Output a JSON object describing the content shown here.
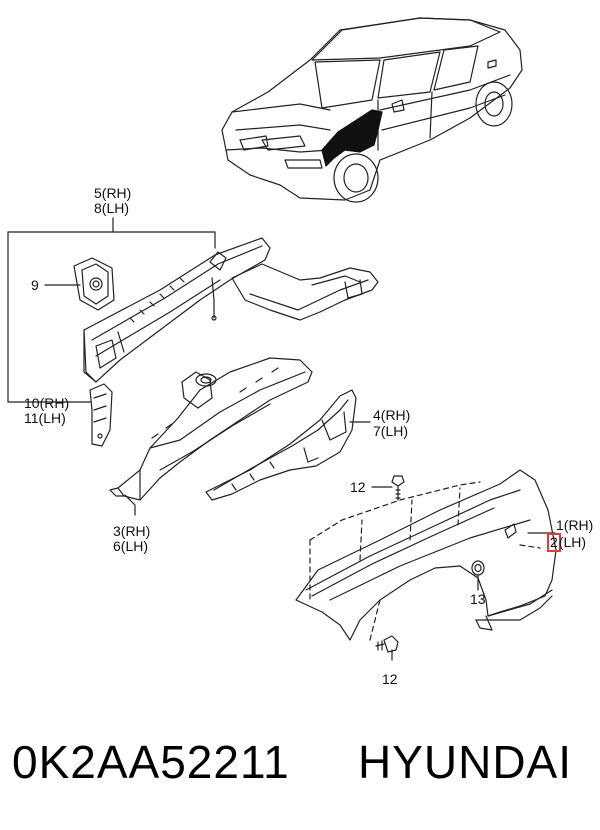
{
  "diagram": {
    "callouts": {
      "c5": "5(RH)",
      "c8": "8(LH)",
      "c9": "9",
      "c10": "10(RH)",
      "c11": "11(LH)",
      "c3": "3(RH)",
      "c6": "6(LH)",
      "c4": "4(RH)",
      "c7": "7(LH)",
      "c12a": "12",
      "c12b": "12",
      "c13": "13",
      "c1": "1(RH)",
      "c2num": "2",
      "c2side": "(LH)"
    },
    "highlight_color": "#e53935"
  },
  "footer": {
    "part_number": "0K2AA52211",
    "brand": "HYUNDAI"
  }
}
